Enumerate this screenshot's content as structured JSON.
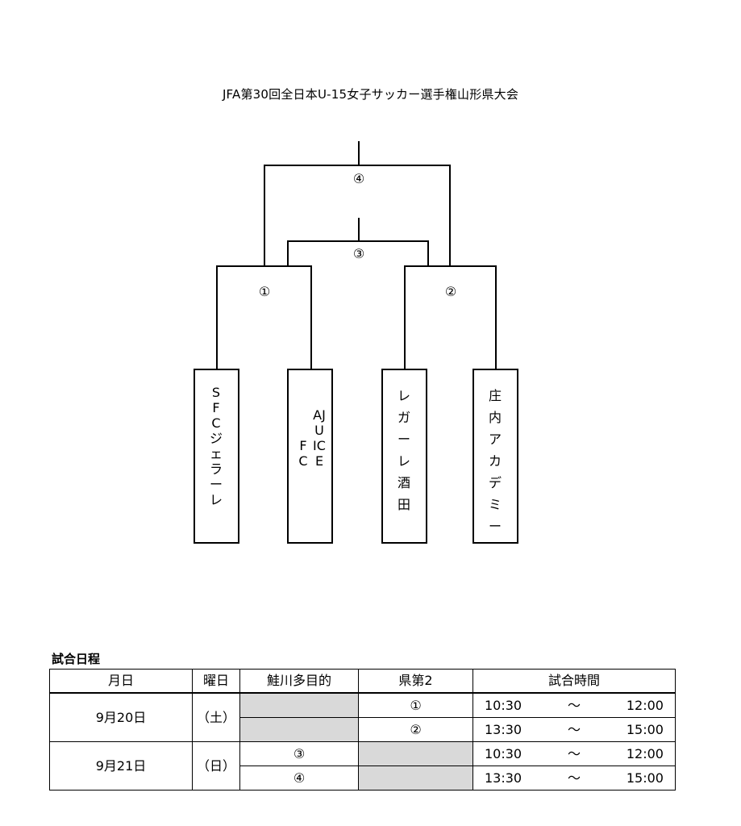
{
  "title": "JFA第30回全日本U-15女子サッカー選手権山形県大会",
  "bracket": {
    "matches": [
      "①",
      "②",
      "③",
      "④"
    ],
    "teams": [
      {
        "name": "SFCジェラーレ",
        "columns": [
          "SFCジェラーレ"
        ]
      },
      {
        "name": "AJUICE FC",
        "columns": [
          "AJUICE",
          "FC"
        ]
      },
      {
        "name": "レガーレ酒田",
        "columns": [
          "レガーレ酒田"
        ]
      },
      {
        "name": "庄内アカデミー",
        "columns": [
          "庄内アカデミー"
        ]
      }
    ]
  },
  "schedule": {
    "label": "試合日程",
    "headers": [
      "月日",
      "曜日",
      "鮭川多目的",
      "県第2",
      "試合時間"
    ],
    "rows": [
      {
        "date": "9月20日",
        "day": "（土）",
        "slots": [
          {
            "venue1": "",
            "venue2": "①",
            "start": "10:30",
            "sep": "～",
            "end": "12:00"
          },
          {
            "venue1": "",
            "venue2": "②",
            "start": "13:30",
            "sep": "～",
            "end": "15:00"
          }
        ]
      },
      {
        "date": "9月21日",
        "day": "（日）",
        "slots": [
          {
            "venue1": "③",
            "venue2": "",
            "start": "10:30",
            "sep": "～",
            "end": "12:00"
          },
          {
            "venue1": "④",
            "venue2": "",
            "start": "13:30",
            "sep": "～",
            "end": "15:00"
          }
        ]
      }
    ]
  },
  "colors": {
    "line": "#000000",
    "shade": "#d9d9d9"
  }
}
